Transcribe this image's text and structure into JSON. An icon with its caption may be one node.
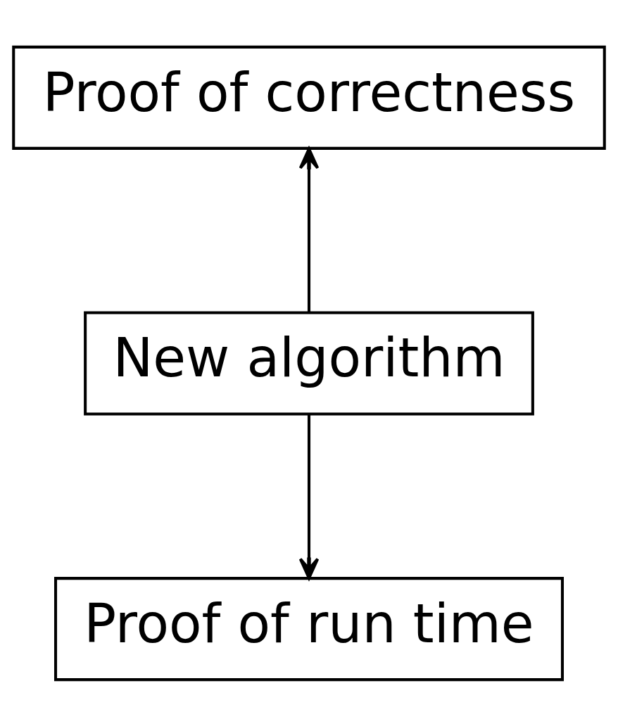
{
  "diagram": {
    "nodes": [
      {
        "text": [
          "Proof of correctness"
        ]
      },
      {
        "text": [
          "New algorithm"
        ]
      },
      {
        "text": [
          "Proof of run time"
        ]
      }
    ],
    "edges": [
      {
        "from": 1,
        "to": 0,
        "arrow": "to"
      },
      {
        "from": 1,
        "to": 2,
        "arrow": "to"
      }
    ]
  }
}
